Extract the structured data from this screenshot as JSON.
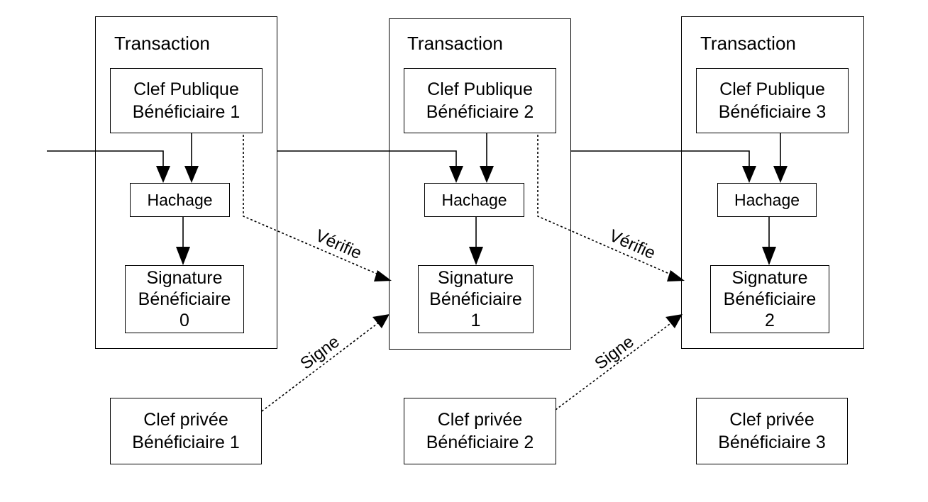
{
  "transactions": [
    {
      "title": "Transaction",
      "pubkey": [
        "Clef Publique",
        "Bénéficiaire 1"
      ],
      "hash": "Hachage",
      "signature": [
        "Signature",
        "Bénéficiaire",
        "0"
      ]
    },
    {
      "title": "Transaction",
      "pubkey": [
        "Clef Publique",
        "Bénéficiaire 2"
      ],
      "hash": "Hachage",
      "signature": [
        "Signature",
        "Bénéficiaire",
        "1"
      ]
    },
    {
      "title": "Transaction",
      "pubkey": [
        "Clef Publique",
        "Bénéficiaire 3"
      ],
      "hash": "Hachage",
      "signature": [
        "Signature",
        "Bénéficiaire",
        "2"
      ]
    }
  ],
  "private_keys": [
    [
      "Clef privée",
      "Bénéficiaire 1"
    ],
    [
      "Clef privée",
      "Bénéficiaire 2"
    ],
    [
      "Clef privée",
      "Bénéficiaire 3"
    ]
  ],
  "edge_labels": {
    "verify": "Vérifie",
    "sign": "Signe"
  }
}
